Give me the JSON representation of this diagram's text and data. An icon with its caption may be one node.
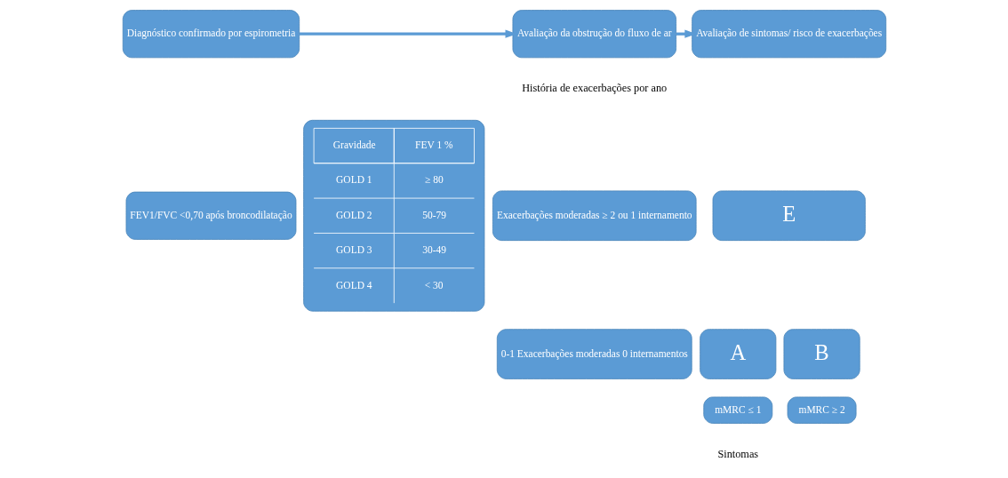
{
  "diagram": {
    "nodes": [
      {
        "text": [
          "Diagnóstico confirmado por espirometria"
        ]
      },
      {
        "text": [
          "Avaliação da obstrução do fluxo de ar"
        ]
      },
      {
        "text": [
          "Avaliação de sintomas/ risco de exacerbações"
        ]
      },
      {
        "text": [
          "FEV1/FVC <0,70 após broncodilatação"
        ]
      },
      {
        "text": [
          "Gravidade",
          "FEV 1 %",
          "GOLD 1",
          "≥ 80",
          "GOLD 2",
          "50-79",
          "GOLD 3",
          "30-49",
          "GOLD 4",
          "< 30"
        ]
      },
      {
        "text": [
          "Exacerbações moderadas ≥ 2 ou 1 internamento"
        ]
      },
      {
        "text": [
          "0-1 Exacerbações moderadas 0 internamentos"
        ]
      },
      {
        "text": [
          "E"
        ]
      },
      {
        "text": [
          "A"
        ]
      },
      {
        "text": [
          "B"
        ]
      },
      {
        "text": [
          "mMRC ≤ 1"
        ]
      },
      {
        "text": [
          "mMRC ≥ 2"
        ]
      }
    ],
    "edges": [
      {
        "from": 0,
        "to": 1,
        "arrow": "to"
      },
      {
        "from": 1,
        "to": 2,
        "arrow": "to"
      }
    ],
    "labels": [
      "História de exacerbações por ano",
      "Sintomas"
    ]
  }
}
